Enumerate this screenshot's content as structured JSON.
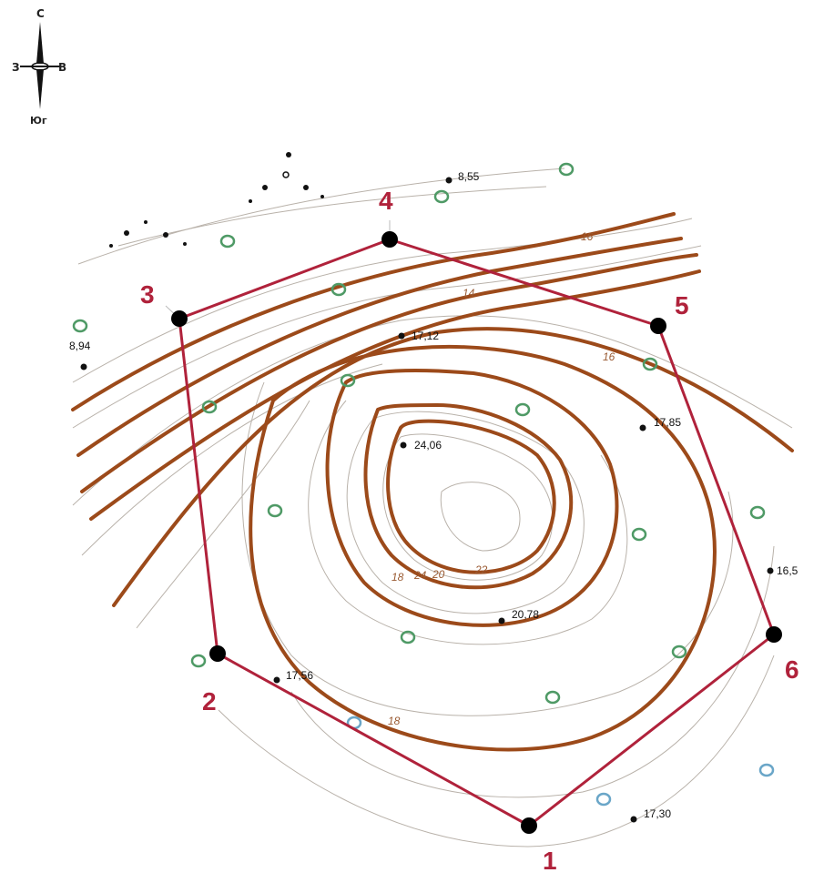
{
  "compass": {
    "north": "С",
    "south": "Юг",
    "west": "З",
    "east": "В"
  },
  "colors": {
    "boundary": "#b0223b",
    "index_contour": "#9c4a1a",
    "thin_contour": "#b9b2aa",
    "vertex": "#000000",
    "tree_green": "#4f9a66",
    "tree_blue": "#6aa6c8"
  },
  "vertices": [
    {
      "label": "1"
    },
    {
      "label": "2"
    },
    {
      "label": "3"
    },
    {
      "label": "4"
    },
    {
      "label": "5"
    },
    {
      "label": "6"
    }
  ],
  "spot_heights": [
    {
      "label": "8,55"
    },
    {
      "label": "8,94"
    },
    {
      "label": "17,12"
    },
    {
      "label": "24,06"
    },
    {
      "label": "17,85"
    },
    {
      "label": "16,5"
    },
    {
      "label": "20,78"
    },
    {
      "label": "17,56"
    },
    {
      "label": "17,30"
    }
  ],
  "contour_labels": [
    "16",
    "14",
    "16",
    "18",
    "20",
    "22",
    "24",
    "18"
  ]
}
